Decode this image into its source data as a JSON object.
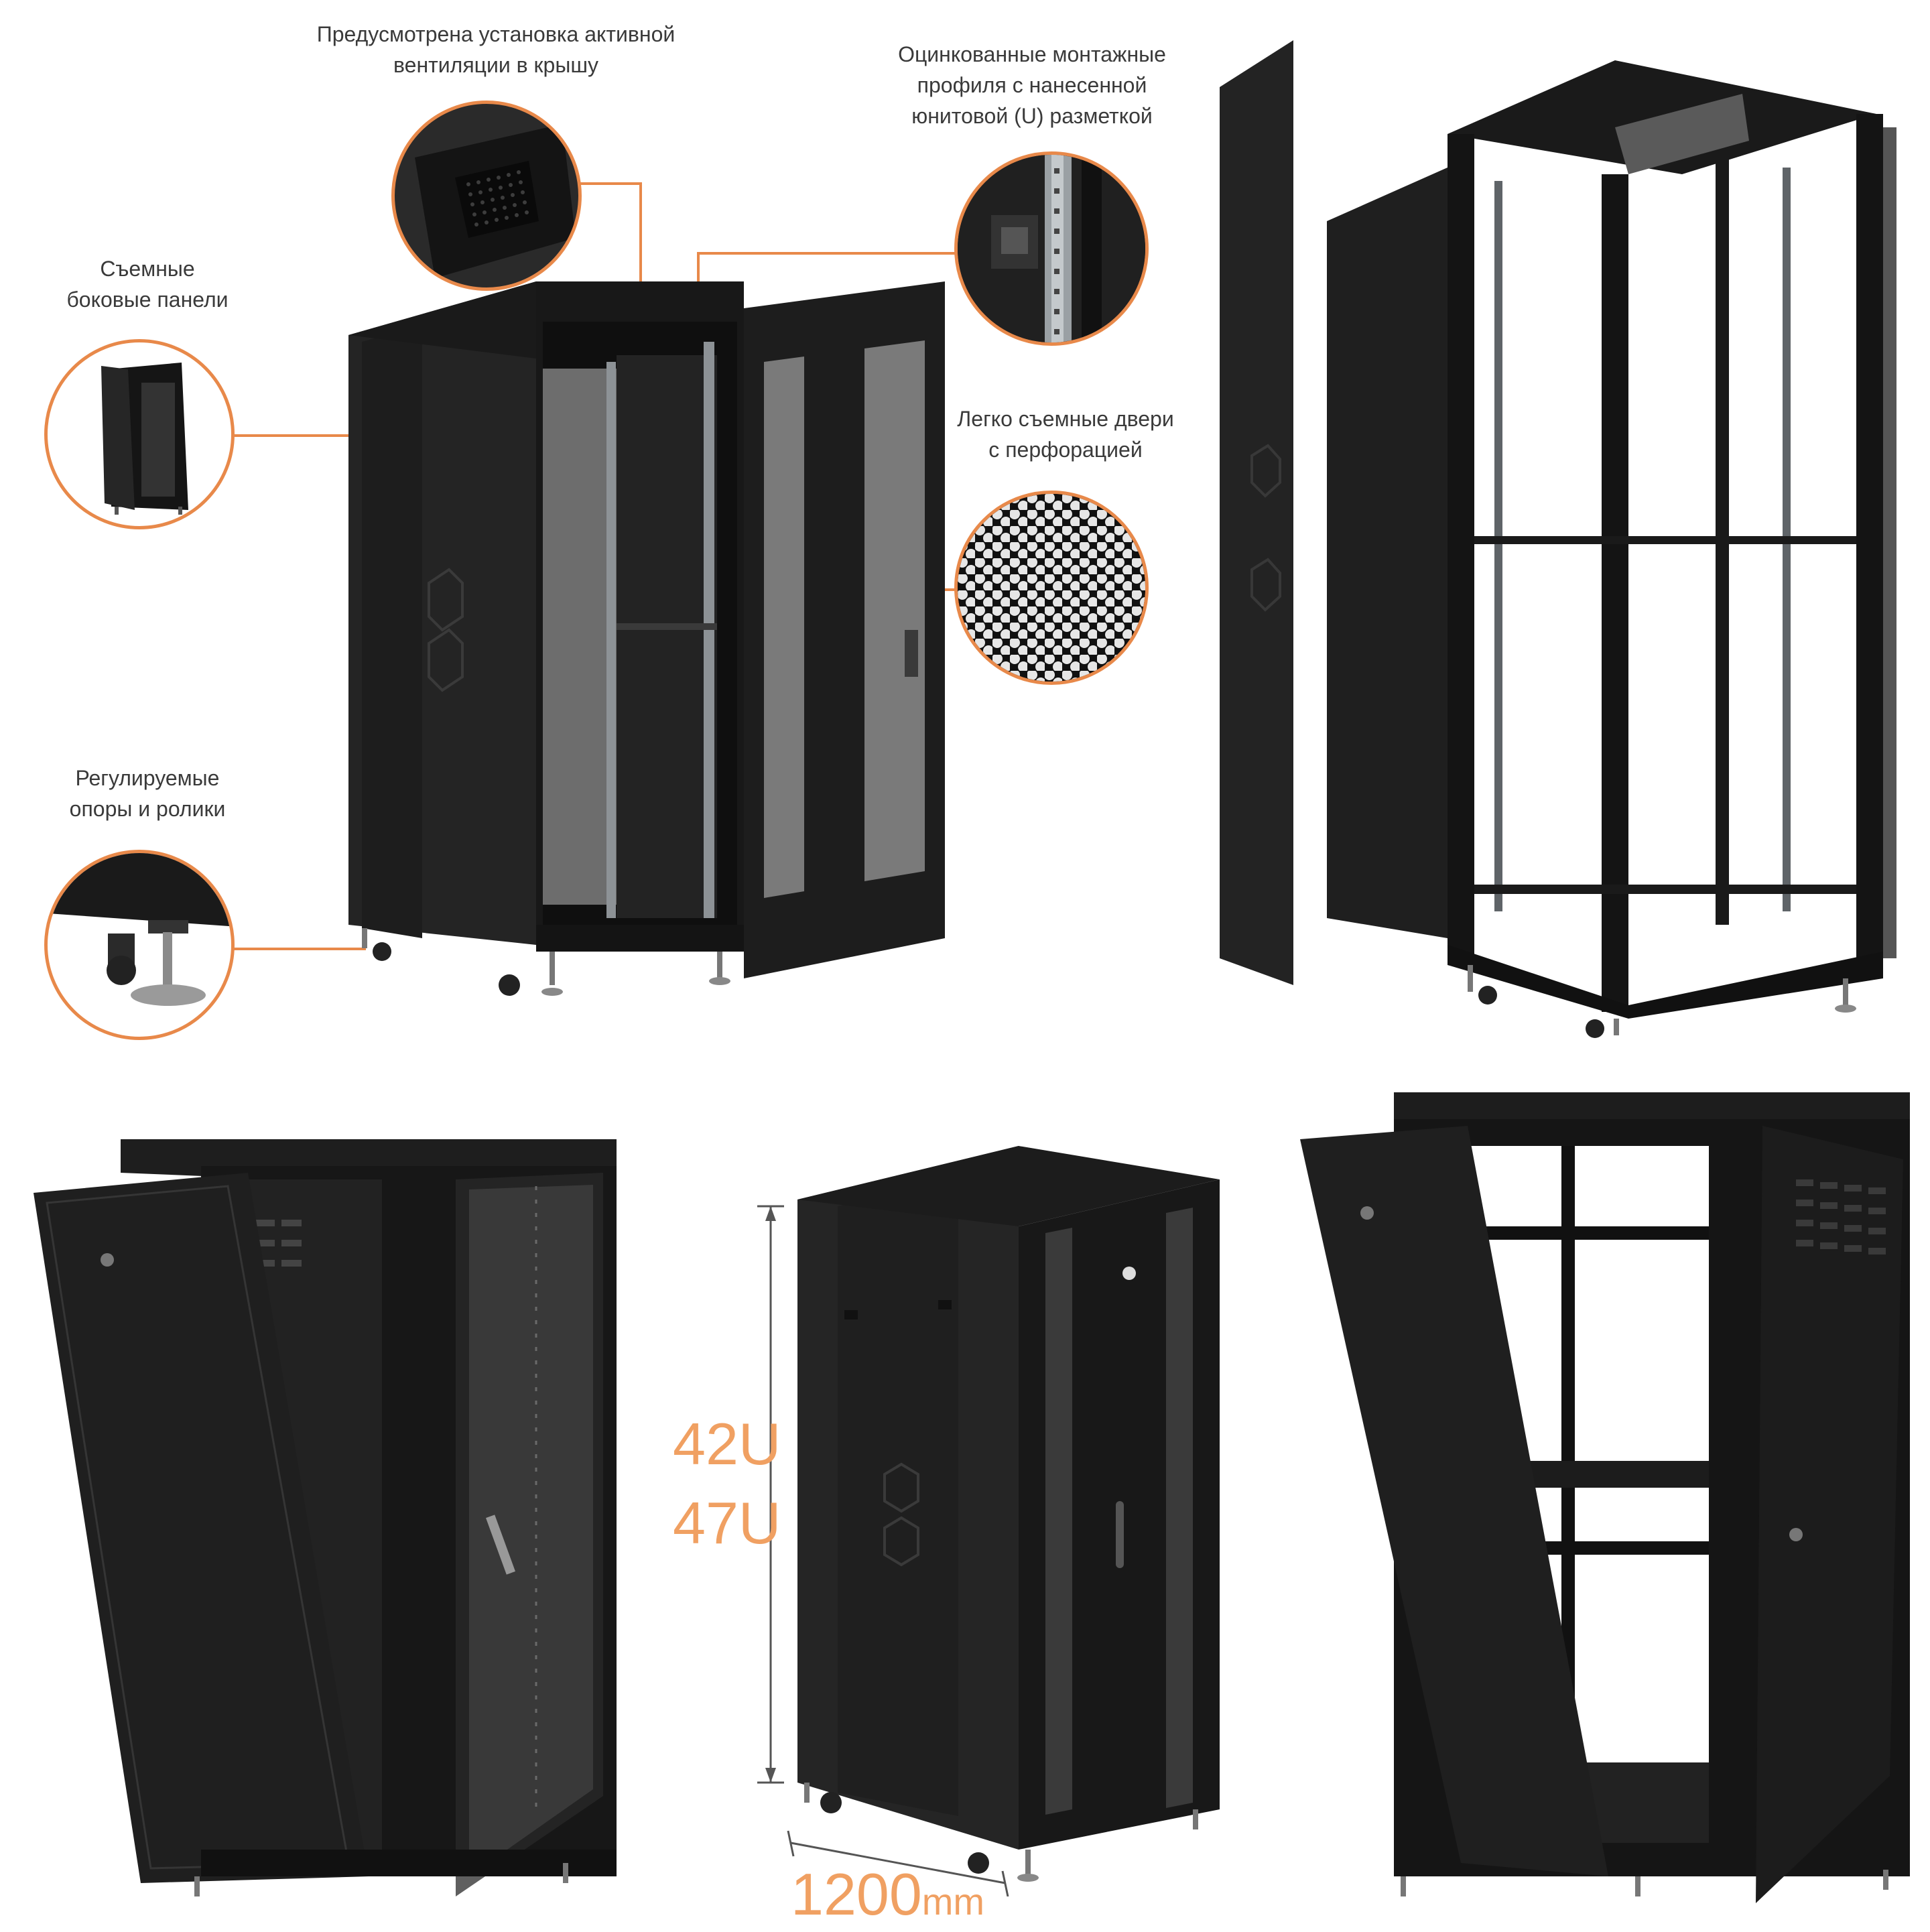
{
  "callouts": {
    "roof_vent": {
      "line1": "Предусмотрена установка активной",
      "line2": "вентиляции в крышу"
    },
    "profiles": {
      "line1": "Оцинкованные монтажные",
      "line2": "профиля с нанесенной",
      "line3": "юнитовой (U) разметкой"
    },
    "side_panels": {
      "line1": "Съемные",
      "line2": "боковые панели"
    },
    "doors": {
      "line1": "Легко съемные двери",
      "line2": "с перфорацией"
    },
    "feet": {
      "line1": "Регулируемые",
      "line2": "опоры и ролики"
    }
  },
  "dimensions": {
    "height_1": "42U",
    "height_2": "47U",
    "depth_value": "1200",
    "depth_unit": "mm"
  },
  "colors": {
    "accent": "#e8894a",
    "cabinet": "#1c1c1c",
    "text": "#3a3a3a"
  }
}
